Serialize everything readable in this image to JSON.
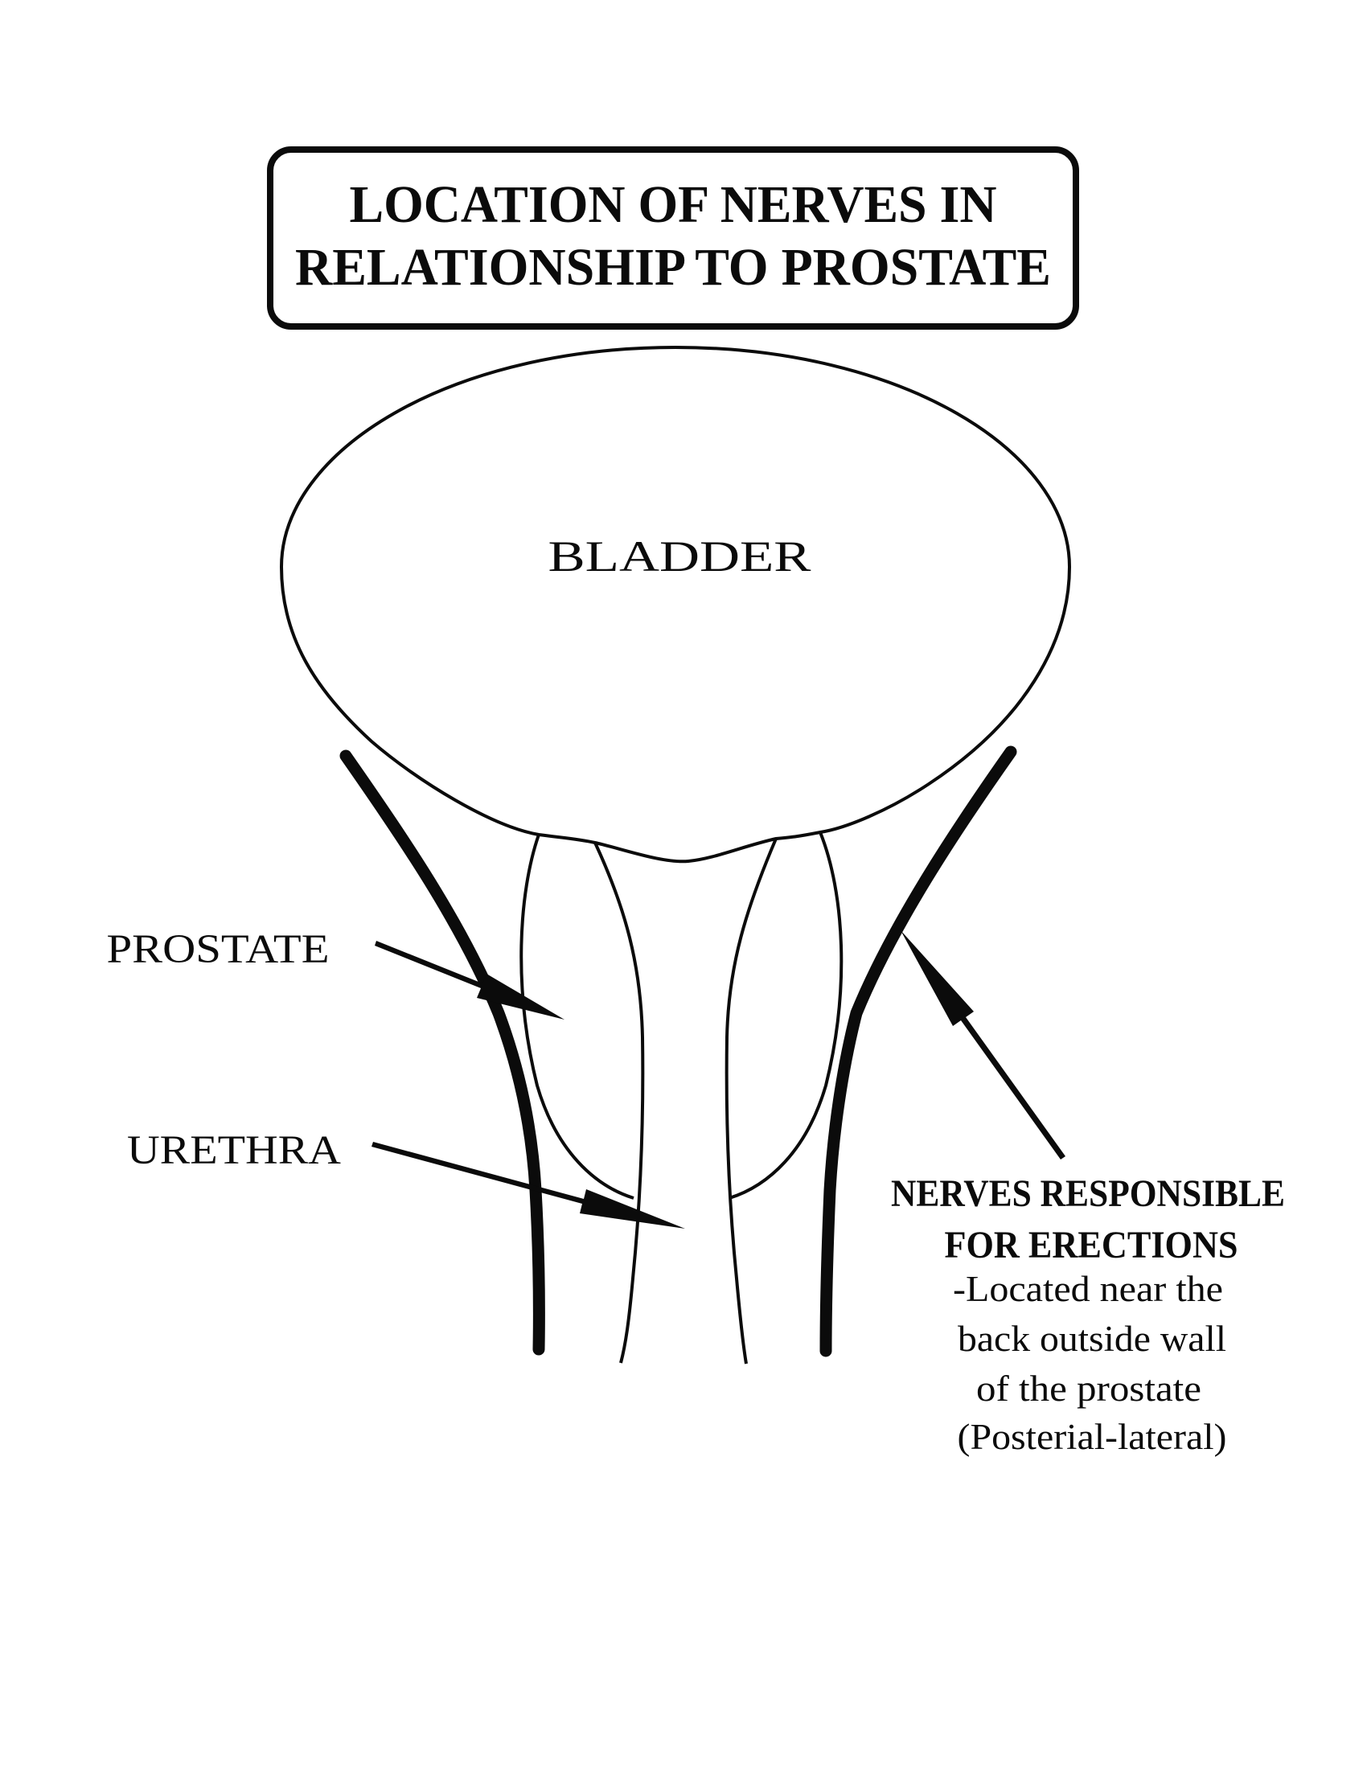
{
  "colors": {
    "ink": "#0b0b0b",
    "background": "#ffffff"
  },
  "title": {
    "line1": "LOCATION OF NERVES IN",
    "line2": "RELATIONSHIP TO PROSTATE"
  },
  "anatomy_labels": {
    "bladder": "BLADDER",
    "prostate": "PROSTATE",
    "urethra": "URETHRA"
  },
  "nerves_note": {
    "heading1": "NERVES RESPONSIBLE",
    "heading2": "FOR ERECTIONS",
    "line1": "-Located near the",
    "line2": "back outside wall",
    "line3": "of the prostate",
    "line4": "(Posterial-lateral)"
  }
}
